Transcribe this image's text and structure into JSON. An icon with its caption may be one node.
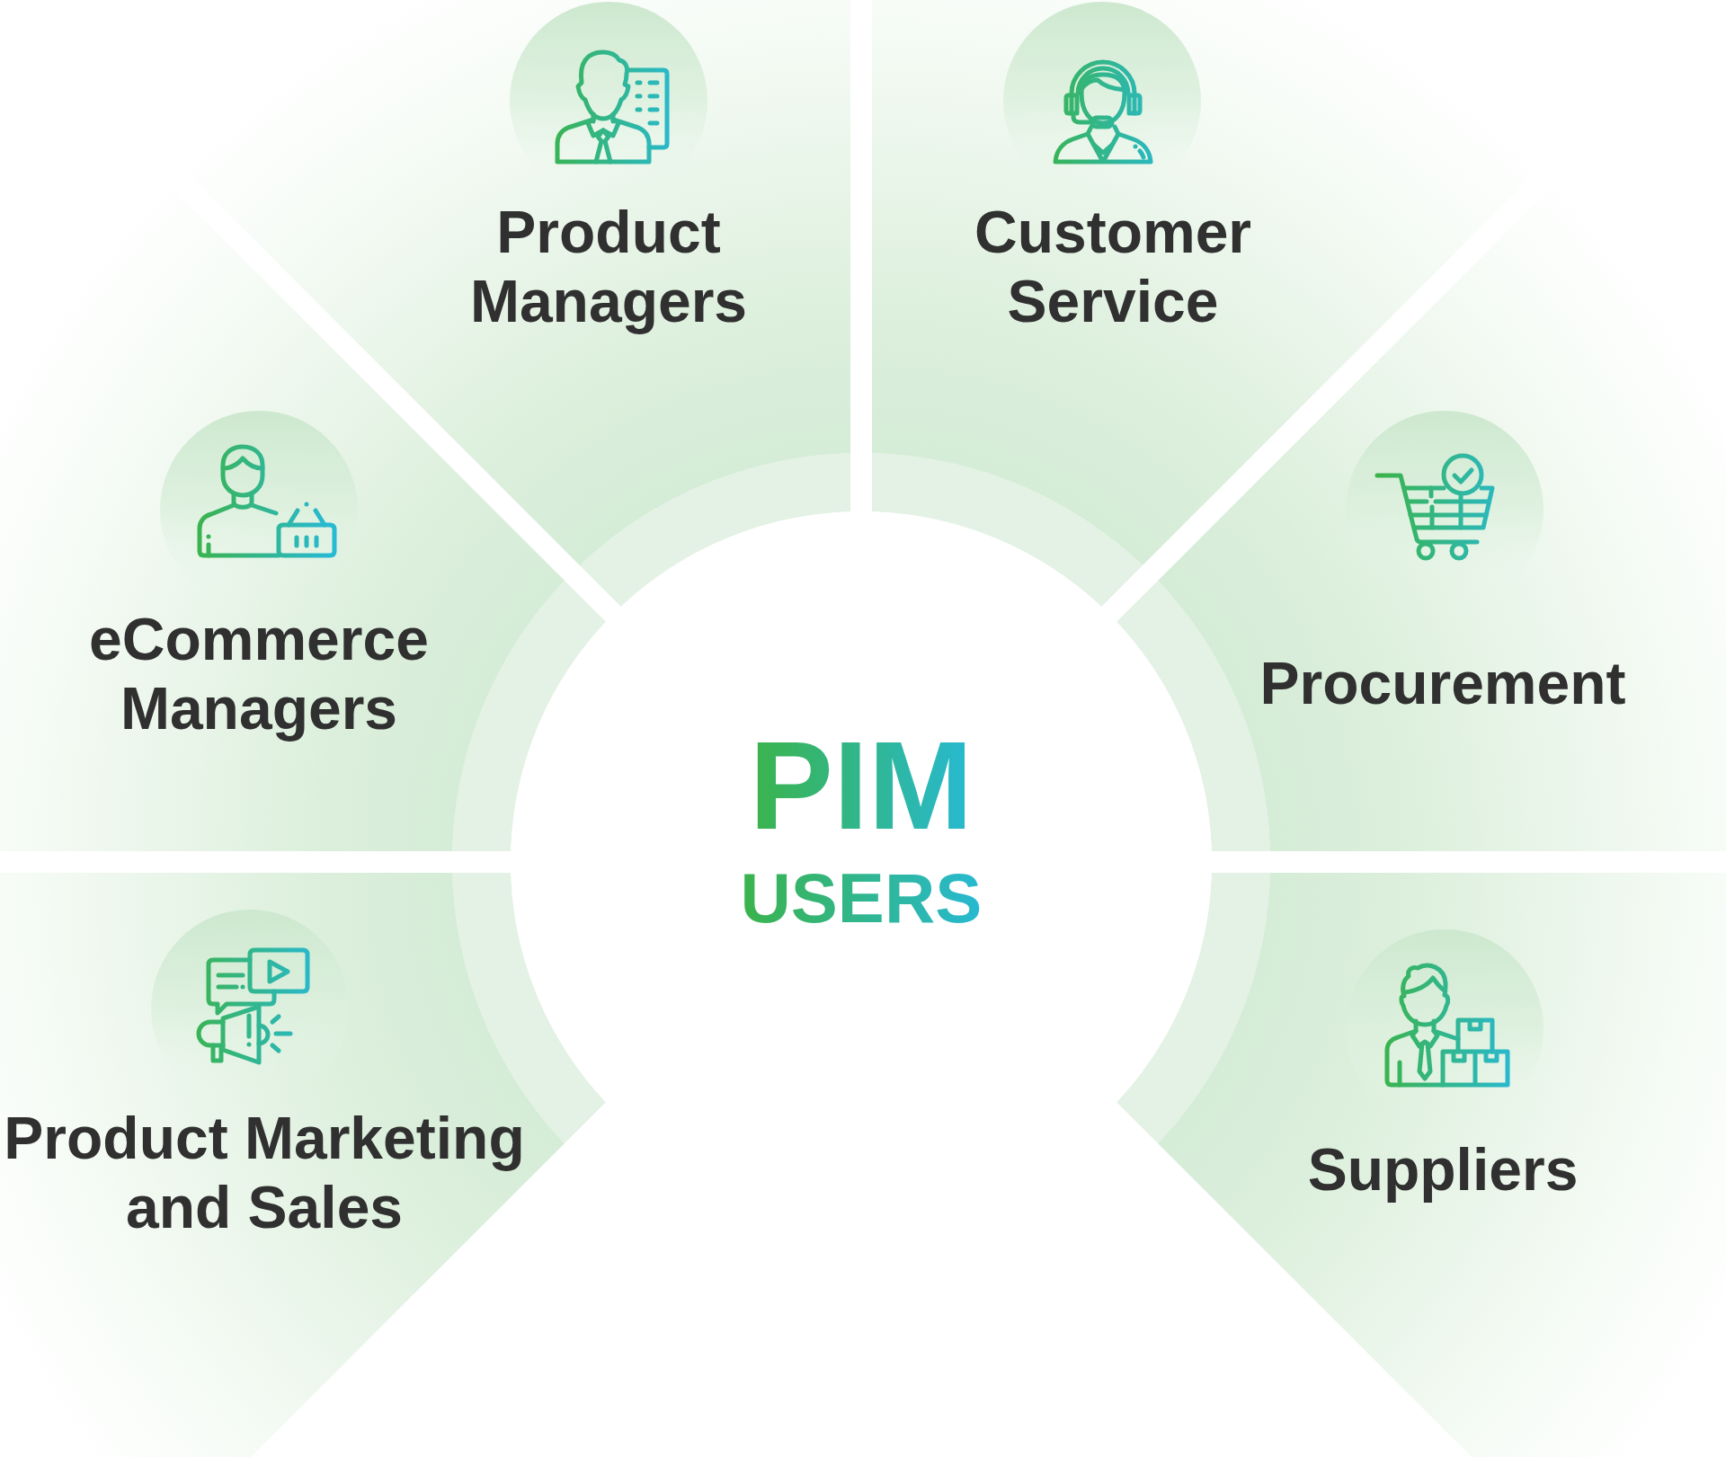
{
  "diagram": {
    "nodes": [
      {
        "text": [
          "Product Managers"
        ]
      },
      {
        "text": [
          "Customer Service"
        ]
      },
      {
        "text": [
          "eCommerce Managers"
        ]
      },
      {
        "text": [
          "Procurement"
        ]
      },
      {
        "text": [
          "PIM",
          "USERS"
        ]
      },
      {
        "text": [
          "Product Marketing and Sales"
        ]
      },
      {
        "text": [
          "Suppliers"
        ]
      }
    ]
  }
}
